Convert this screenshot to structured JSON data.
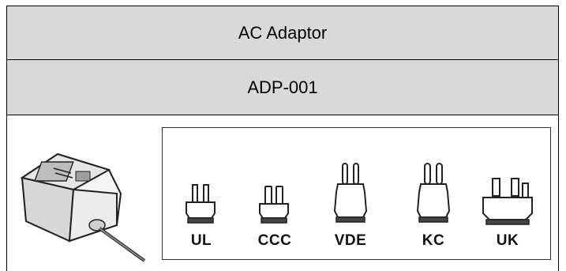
{
  "product": {
    "title": "AC Adaptor",
    "model": "ADP-001"
  },
  "plugs": [
    {
      "label": "UL",
      "icon": "us-plug-icon"
    },
    {
      "label": "CCC",
      "icon": "cn-plug-icon"
    },
    {
      "label": "VDE",
      "icon": "eu-plug-icon"
    },
    {
      "label": "KC",
      "icon": "kr-plug-icon"
    },
    {
      "label": "UK",
      "icon": "uk-plug-icon"
    }
  ],
  "colors": {
    "header_bg": "#d9d9d9",
    "line": "#000000"
  }
}
